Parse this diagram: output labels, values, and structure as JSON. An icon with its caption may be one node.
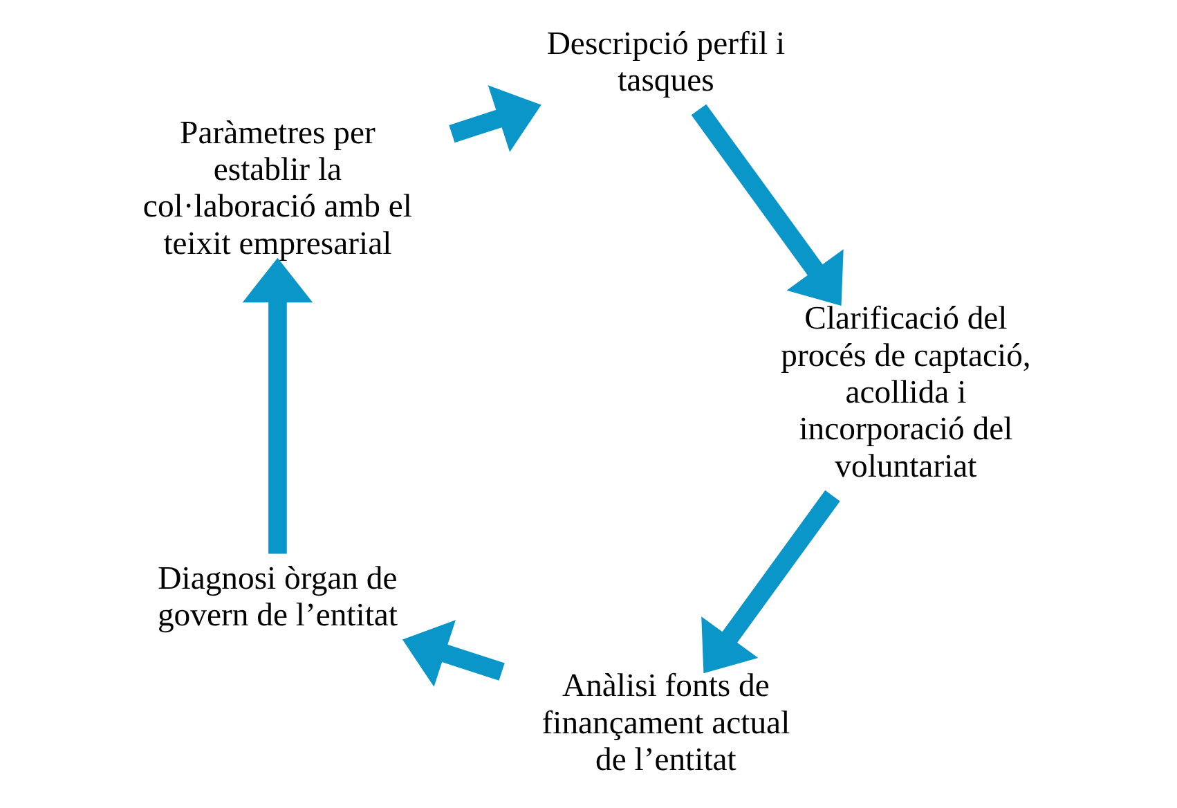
{
  "diagram": {
    "nodes": [
      {
        "text": [
          "Anàlisi fonts de finançament actual de l’entitat"
        ]
      },
      {
        "text": [
          "Diagnosi òrgan de govern de l’entitat"
        ]
      },
      {
        "text": [
          "Paràmetres per establir la col·laboració amb el teixit empresarial"
        ]
      },
      {
        "text": [
          "Descripció perfil i tasques"
        ]
      },
      {
        "text": [
          "Clarificació del procés de captació, acollida i incorporació del voluntariat"
        ]
      }
    ],
    "edges": [
      {
        "from": 0,
        "to": 1,
        "arrow": "to"
      },
      {
        "from": 1,
        "to": 2,
        "arrow": "to"
      },
      {
        "from": 2,
        "to": 3,
        "arrow": "to"
      },
      {
        "from": 3,
        "to": 4,
        "arrow": "to"
      },
      {
        "from": 4,
        "to": 0,
        "arrow": "to"
      }
    ]
  }
}
